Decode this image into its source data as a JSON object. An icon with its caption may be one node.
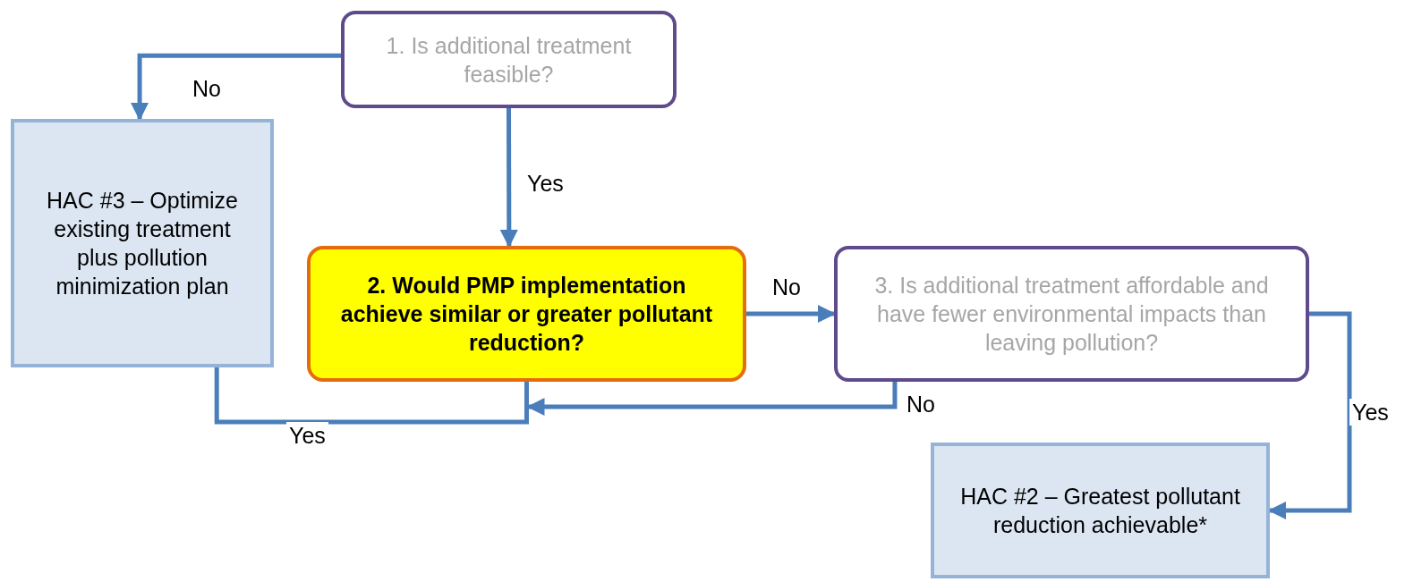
{
  "diagram": {
    "nodes": [
      {
        "text": [
          "1. Is additional treatment feasible?"
        ]
      },
      {
        "text": [
          "HAC #3 – Optimize existing treatment plus pollution minimization plan"
        ]
      },
      {
        "text": [
          "2. Would PMP implementation achieve similar or greater pollutant reduction?"
        ]
      },
      {
        "text": [
          "3. Is additional treatment affordable and have fewer environmental impacts than leaving pollution?"
        ]
      },
      {
        "text": [
          "HAC #2 – Greatest pollutant reduction achievable*"
        ]
      }
    ],
    "edges": [
      {
        "from": 0,
        "to": 1,
        "arrow": "to",
        "label": "No"
      },
      {
        "from": 0,
        "to": 2,
        "arrow": "to",
        "label": "Yes"
      },
      {
        "from": 2,
        "to": 3,
        "arrow": "to",
        "label": "No"
      },
      {
        "from": 2,
        "to": 1,
        "arrow": "none",
        "label": "Yes"
      },
      {
        "from": 3,
        "to": 2,
        "arrow": "to",
        "label": "No"
      },
      {
        "from": 3,
        "to": 4,
        "arrow": "to",
        "label": "Yes"
      }
    ]
  }
}
